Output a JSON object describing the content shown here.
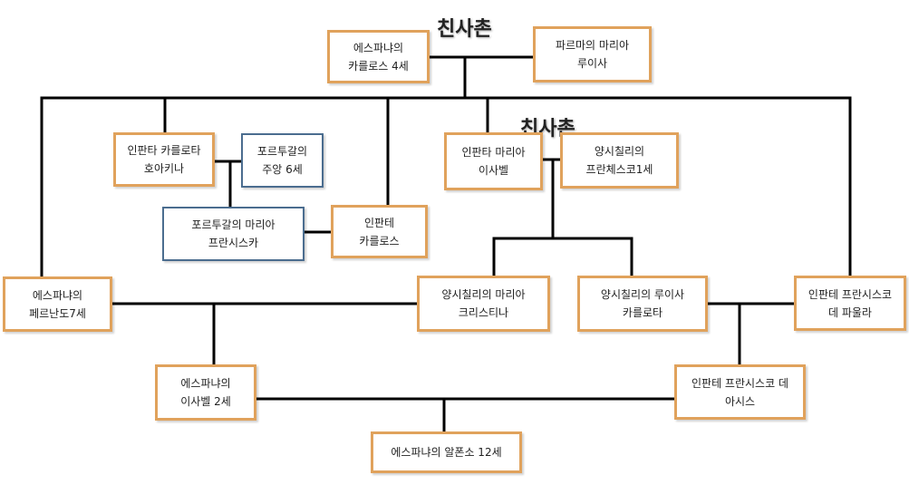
{
  "labels": {
    "cousin_top": "친사촌",
    "cousin_mid": "친사촌"
  },
  "colors": {
    "box_border": "#e0a25c",
    "portugal_border": "#4b6d8f",
    "line": "#000000"
  },
  "nodes": {
    "carlos4": [
      "에스파냐의",
      "카를로스 4세"
    ],
    "maria_luisa_parma": [
      "파르마의 마리아",
      "루이사"
    ],
    "carlota_joaquina": [
      "인판타 카를로타",
      "호아키나"
    ],
    "joao6": [
      "포르투갈의",
      "주앙 6세"
    ],
    "maria_francisca": [
      "포르투갈의 마리아",
      "프란시스카"
    ],
    "infante_carlos": [
      "인판테",
      "카를로스"
    ],
    "maria_isabel": [
      "인판타 마리아",
      "이사벨"
    ],
    "francesco1": [
      "양시칠리의",
      "프란체스코1세"
    ],
    "fernando7": [
      "에스파냐의",
      "페르난도7세"
    ],
    "maria_cristina": [
      "양시칠리의 마리아",
      "크리스티나"
    ],
    "luisa_carlota": [
      "양시칠리의 루이사",
      "카를로타"
    ],
    "francisco_paula": [
      "인판테 프란시스코",
      "데 파울라"
    ],
    "isabel2": [
      "에스파냐의",
      "이사벨 2세"
    ],
    "francisco_asis": [
      "인판테 프란시스코 데",
      "아시스"
    ],
    "alfonso12": [
      "에스파냐의 알폰소 12세"
    ]
  }
}
